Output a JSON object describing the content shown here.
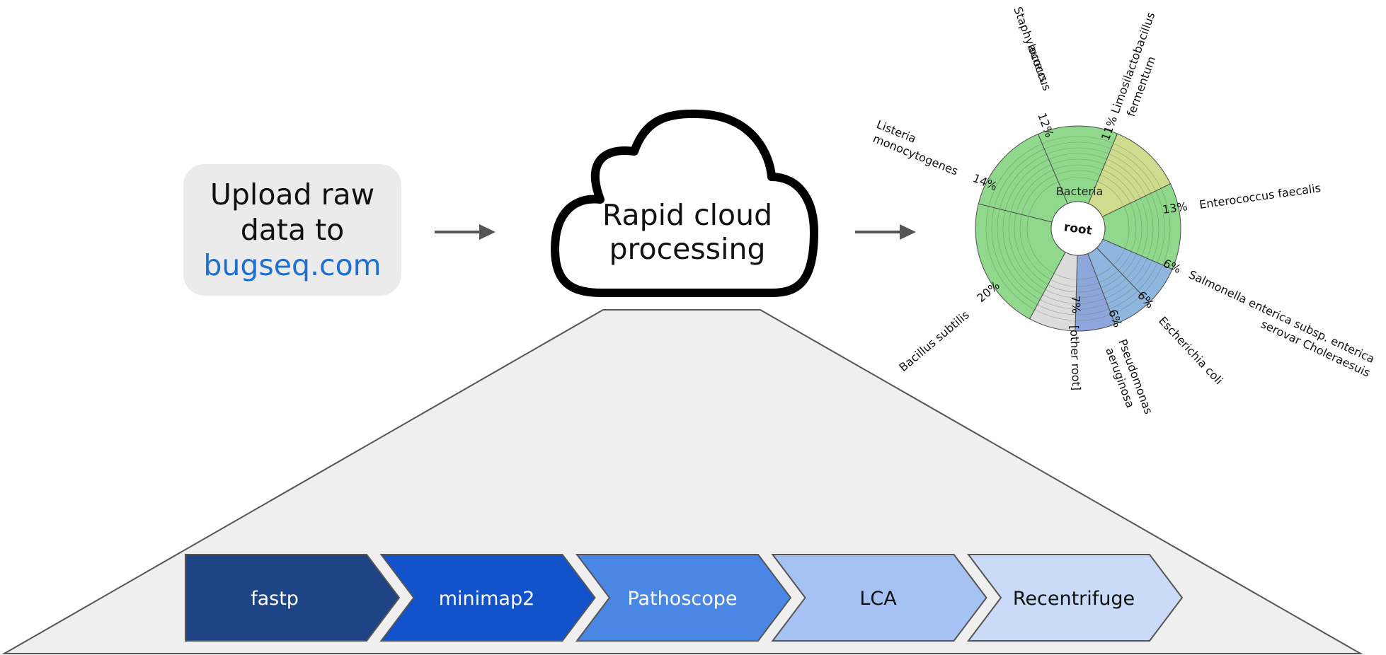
{
  "upload": {
    "line1": "Upload raw",
    "line2": "data to",
    "link": "bugseq.com"
  },
  "cloud": {
    "line1": "Rapid cloud",
    "line2": "processing"
  },
  "pipeline": {
    "steps": [
      {
        "label": "fastp",
        "color": "#1e4486",
        "text_color": "#ffffff"
      },
      {
        "label": "minimap2",
        "color": "#1253cc",
        "text_color": "#ffffff"
      },
      {
        "label": "Pathoscope",
        "color": "#4a86e4",
        "text_color": "#ffffff"
      },
      {
        "label": "LCA",
        "color": "#a6c2f2",
        "text_color": "#111111"
      },
      {
        "label": "Recentrifuge",
        "color": "#c9dbf6",
        "text_color": "#111111"
      }
    ]
  },
  "chart_data": {
    "type": "pie",
    "center_label": "root",
    "inner_label": "Bacteria",
    "slices": [
      {
        "label": "Staphylococcus aureus",
        "percent": 12,
        "color": "#8fd88c"
      },
      {
        "label": "Limosilactobacillus fermentum",
        "percent": 11,
        "color": "#cfdc8e"
      },
      {
        "label": "Enterococcus faecalis",
        "percent": 13,
        "color": "#8fd88c"
      },
      {
        "label": "Salmonella enterica subsp. enterica serovar Choleraesuis",
        "percent": 6,
        "color": "#8fb6de"
      },
      {
        "label": "Escherichia coli",
        "percent": 6,
        "color": "#8fb6de"
      },
      {
        "label": "Pseudomonas aeruginosa",
        "percent": 6,
        "color": "#8fa6dc"
      },
      {
        "label": "[other root]",
        "percent": 7,
        "color": "#dcdcdc"
      },
      {
        "label": "Bacillus subtilis",
        "percent": 20,
        "color": "#8fd88c"
      },
      {
        "label": "Listeria monocytogenes",
        "percent": 14,
        "color": "#8fd88c"
      }
    ],
    "callouts": {
      "staph_pct": "12%",
      "staph_l1": "Staphylococcus",
      "staph_l2": "aureus",
      "limo_l1": "11% Limosilactobacillus",
      "limo_l2": "fermentum",
      "list_l1": "Listeria",
      "list_l2": "monocytogenes",
      "list_pct": "14%",
      "ente_pct": "13%",
      "ente_l1": "Enterococcus faecalis",
      "salm_pct": "6%",
      "salm_l1": "Salmonella enterica subsp. enterica",
      "salm_l2": "serovar Choleraesuis",
      "ecoli_pct": "6%",
      "ecoli_l1": "Escherichia coli",
      "pseudo_pct": "6%",
      "pseudo_l1": "Pseudomonas",
      "pseudo_l2": "aeruginosa",
      "other_pct": "7%",
      "other_l1": "[other root]",
      "bac_pct": "20%",
      "bac_l1": "Bacillus subtilis"
    }
  }
}
